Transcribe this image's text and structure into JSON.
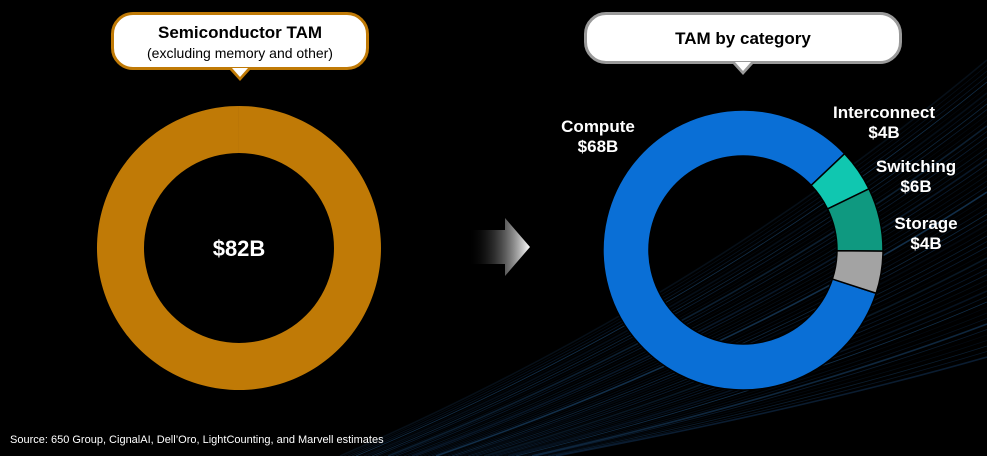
{
  "callouts": {
    "left_title": "Semiconductor TAM",
    "left_subtitle": "(excluding memory and other)",
    "right_title": "TAM by category"
  },
  "source": "Source: 650 Group, CignalAI, Dell’Oro, LightCounting, and Marvell estimates",
  "colors": {
    "total_ring": "#c07a06",
    "compute": "#0a6fd6",
    "interconnect": "#10c7b0",
    "switching": "#0f9980",
    "storage": "#a3a3a3",
    "arrow": "#ffffff"
  },
  "chart_data": [
    {
      "type": "donut",
      "center_label": "$82B",
      "values": [
        82
      ],
      "categories": [
        "Semiconductor TAM"
      ]
    },
    {
      "type": "donut",
      "categories": [
        "Compute",
        "Interconnect",
        "Switching",
        "Storage"
      ],
      "values": [
        68,
        4,
        6,
        4
      ],
      "labels": [
        "$68B",
        "$4B",
        "$6B",
        "$4B"
      ]
    }
  ]
}
